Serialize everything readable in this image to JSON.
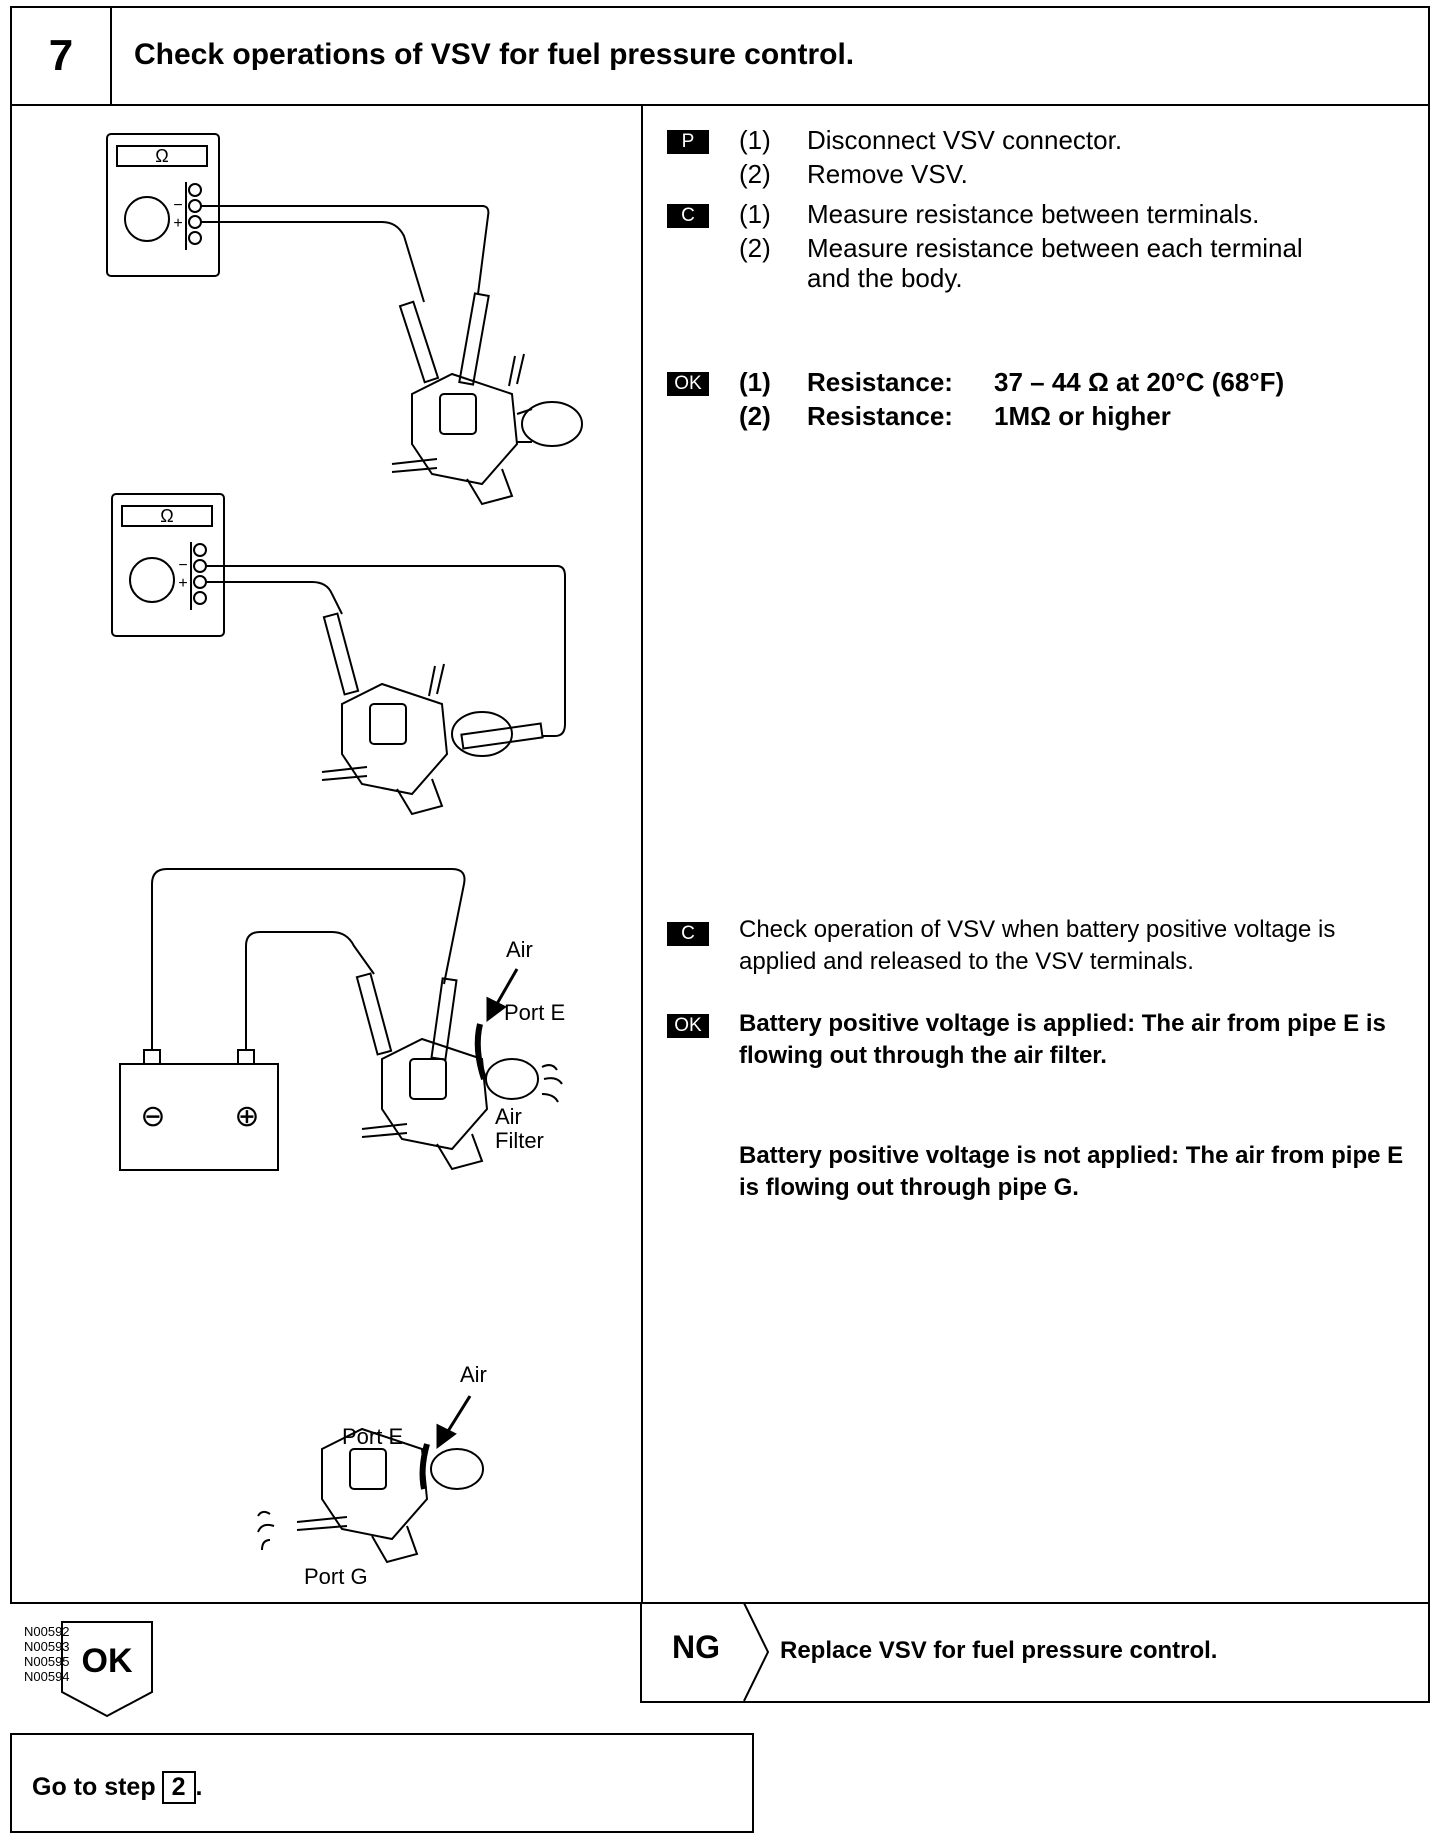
{
  "header": {
    "step_number": "7",
    "title": "Check operations of VSV for fuel pressure control."
  },
  "section1": {
    "prep_badge": "P",
    "prep_steps": [
      {
        "num": "(1)",
        "text": "Disconnect VSV connector."
      },
      {
        "num": "(2)",
        "text": "Remove VSV."
      }
    ],
    "check_badge": "C",
    "check_steps": [
      {
        "num": "(1)",
        "text": "Measure resistance between terminals."
      },
      {
        "num": "(2)",
        "text": "Measure resistance between each terminal"
      },
      {
        "num": "",
        "text": "and the body."
      }
    ],
    "ok_badge": "OK",
    "ok_steps": [
      {
        "num": "(1)",
        "label": "Resistance:",
        "value": "37 – 44 Ω at 20°C (68°F)"
      },
      {
        "num": "(2)",
        "label": "Resistance:",
        "value": "1MΩ or higher"
      }
    ]
  },
  "section2": {
    "check_badge": "C",
    "check_text": "Check operation of VSV when battery positive voltage is applied and released to the VSV terminals.",
    "ok_badge": "OK",
    "ok_para1": "Battery positive voltage is applied: The air from pipe E is flowing out through the air filter.",
    "ok_para2": "Battery positive voltage is not applied: The air from pipe E is flowing out through pipe G."
  },
  "figures": {
    "ohm_symbol": "Ω",
    "minus": "−",
    "plus": "+",
    "battery_minus": "⊖",
    "battery_plus": "⊕",
    "label_air_1": "Air",
    "label_port_e_1": "Port E",
    "label_air_filter_1": "Air",
    "label_air_filter_2": "Filter",
    "label_air_2": "Air",
    "label_port_e_2": "Port E",
    "label_port_g": "Port G",
    "ids": [
      "N00592",
      "N00593",
      "N00595",
      "N00594"
    ]
  },
  "result": {
    "ok_label": "OK",
    "ng_label": "NG",
    "ng_text": "Replace VSV for fuel pressure control.",
    "goto_prefix": "Go to step",
    "goto_step": "2",
    "goto_suffix": "."
  }
}
